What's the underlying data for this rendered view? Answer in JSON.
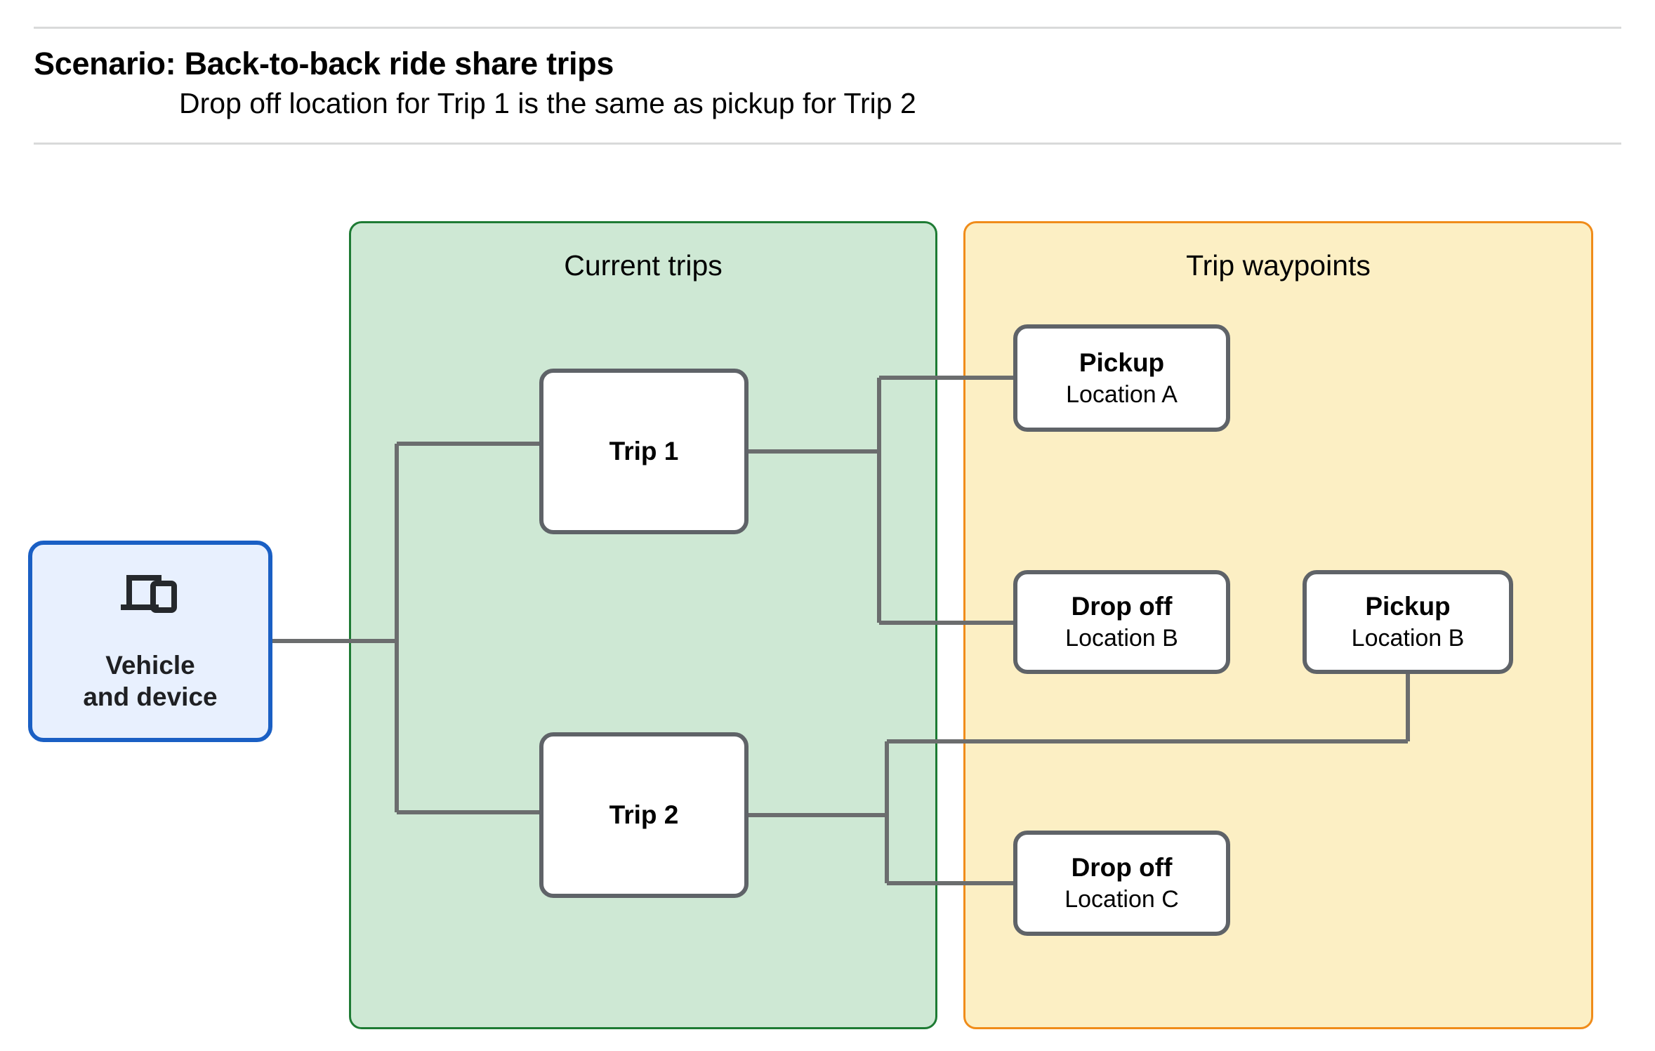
{
  "header": {
    "title": "Scenario: Back-to-back ride share trips",
    "subtitle": "Drop off  location for Trip 1 is the same as pickup for Trip 2"
  },
  "groups": {
    "current_trips": {
      "title": "Current trips",
      "fill": "#cee8d4",
      "border": "#1e7b34"
    },
    "trip_waypoints": {
      "title": "Trip waypoints",
      "fill": "#fcefc4",
      "border": "#f08c1a"
    }
  },
  "vehicle": {
    "icon": "devices-icon",
    "label": "Vehicle\nand device",
    "fill": "#e8f0fe",
    "border": "#1a5fc4"
  },
  "trips": [
    {
      "label": "Trip 1"
    },
    {
      "label": "Trip 2"
    }
  ],
  "waypoints": [
    {
      "title": "Pickup",
      "location": "Location A"
    },
    {
      "title": "Drop off",
      "location": "Location B"
    },
    {
      "title": "Pickup",
      "location": "Location B"
    },
    {
      "title": "Drop off",
      "location": "Location C"
    }
  ],
  "connector_color": "#6b6d6e"
}
